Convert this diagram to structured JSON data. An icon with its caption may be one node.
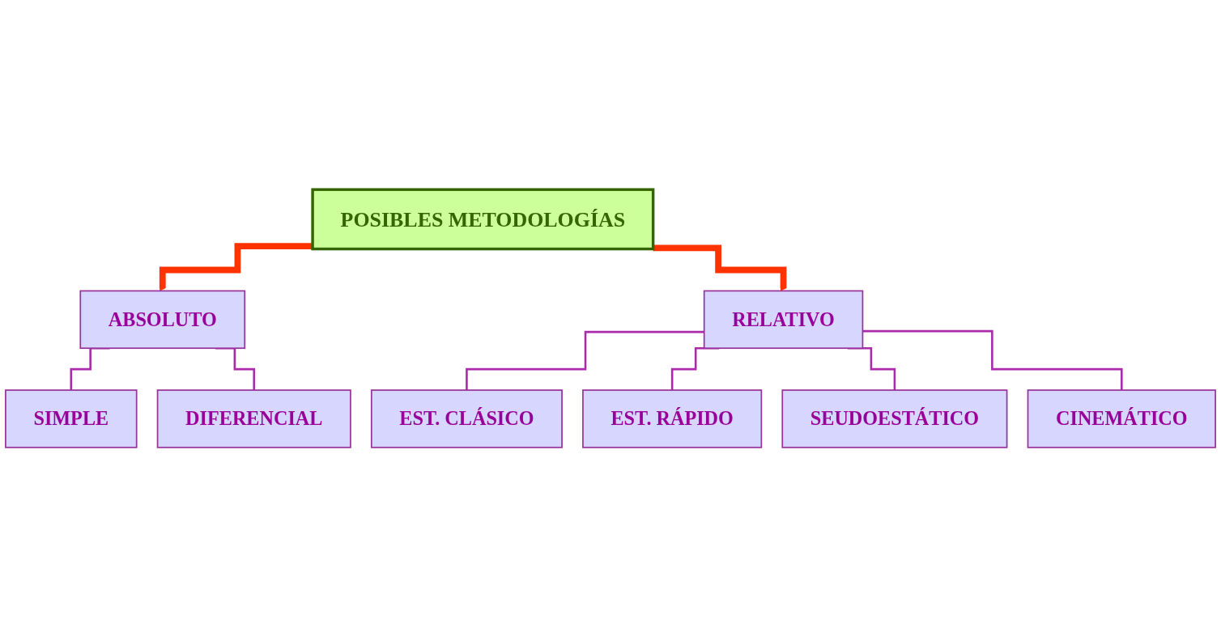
{
  "diagram": {
    "nodes": [
      {
        "text": [
          "POSIBLES METODOLOGÍAS"
        ]
      },
      {
        "text": [
          "ABSOLUTO"
        ]
      },
      {
        "text": [
          "RELATIVO"
        ]
      },
      {
        "text": [
          "SIMPLE"
        ]
      },
      {
        "text": [
          "DIFERENCIAL"
        ]
      },
      {
        "text": [
          "EST. CLÁSICO"
        ]
      },
      {
        "text": [
          "EST. RÁPIDO"
        ]
      },
      {
        "text": [
          "SEUDOESTÁTICO"
        ]
      },
      {
        "text": [
          "CINEMÁTICO"
        ]
      }
    ],
    "edges": [
      {
        "from": 0,
        "to": 1,
        "arrow": "to",
        "style": "thick",
        "color": "#ff3300"
      },
      {
        "from": 0,
        "to": 2,
        "arrow": "to",
        "style": "thick",
        "color": "#ff3300"
      },
      {
        "from": 1,
        "to": 3,
        "arrow": "none"
      },
      {
        "from": 1,
        "to": 4,
        "arrow": "none"
      },
      {
        "from": 2,
        "to": 5,
        "arrow": "none"
      },
      {
        "from": 2,
        "to": 6,
        "arrow": "none"
      },
      {
        "from": 2,
        "to": 7,
        "arrow": "none"
      },
      {
        "from": 2,
        "to": 8,
        "arrow": "none"
      }
    ]
  }
}
